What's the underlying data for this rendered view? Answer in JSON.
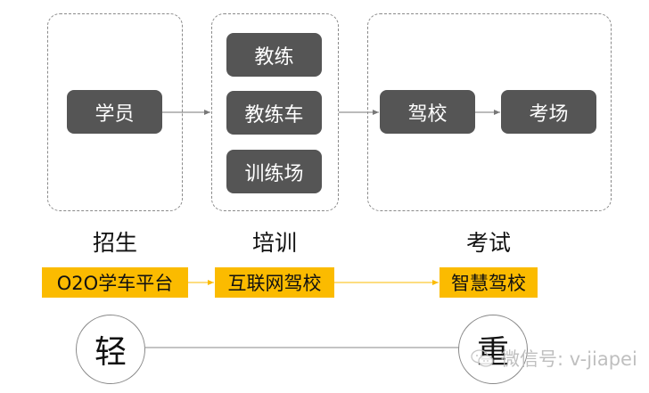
{
  "groups": {
    "recruit": {
      "nodes": [
        "学员"
      ]
    },
    "training": {
      "nodes": [
        "教练",
        "教练车",
        "训练场"
      ]
    },
    "exam": {
      "nodes": [
        "驾校",
        "考场"
      ]
    }
  },
  "stages": [
    "招生",
    "培训",
    "考试"
  ],
  "tags": [
    "O2O学车平台",
    "互联网驾校",
    "智慧驾校"
  ],
  "scale": {
    "light": "轻",
    "heavy": "重"
  },
  "watermark": {
    "icon": "wechat-icon",
    "text": "微信号: v-jiapei"
  },
  "colors": {
    "node_fill": "#555555",
    "tag_fill": "#fbbb00",
    "arrow_gray": "#777777",
    "arrow_yellow": "#fbbb00"
  }
}
